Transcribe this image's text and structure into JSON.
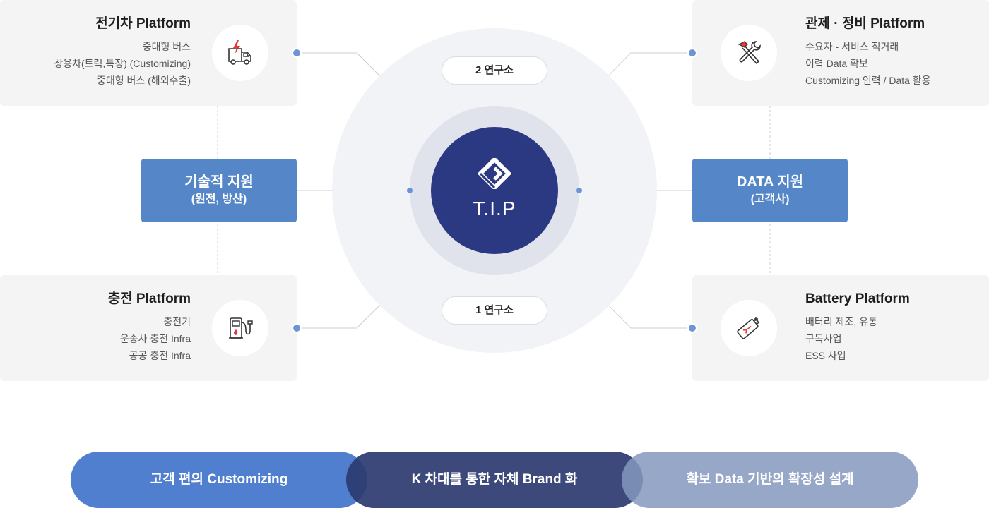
{
  "center": {
    "label": "T.I.P",
    "lab_top": "2 연구소",
    "lab_bottom": "1 연구소"
  },
  "cards": {
    "ev": {
      "title": "전기차 Platform",
      "items": [
        "중대형 버스",
        "상용차(트럭,특장) (Customizing)",
        "중대형 버스 (해외수출)"
      ],
      "icon": "electric-truck-icon"
    },
    "charging": {
      "title": "충전 Platform",
      "items": [
        "충전기",
        "운송사 충전 Infra",
        "공공 충전 Infra"
      ],
      "icon": "charger-icon"
    },
    "control": {
      "title": "관제 · 정비 Platform",
      "items": [
        "수요자 - 서비스 직거래",
        "이력 Data 확보",
        "Customizing 인력 / Data 활용"
      ],
      "icon": "tools-icon"
    },
    "battery": {
      "title": "Battery Platform",
      "items": [
        "배터리 제조, 유통",
        "구독사업",
        "ESS 사업"
      ],
      "icon": "battery-icon"
    }
  },
  "supports": {
    "tech": {
      "title": "기술적 지원",
      "sub": "(원전, 방산)"
    },
    "data": {
      "title": "DATA 지원",
      "sub": "(고객사)"
    }
  },
  "pills": [
    "고객 편의 Customizing",
    "K 차대를 통한 자체 Brand 화",
    "확보 Data 기반의 확장성 설계"
  ],
  "colors": {
    "core": "#2b3882",
    "support_box": "#5486c8",
    "accent_red": "#e03a3a",
    "connector_dot": "#6d95d6",
    "pill_1": "#4f7fce",
    "pill_2": "#2c3a70",
    "pill_3": "#8498be"
  }
}
